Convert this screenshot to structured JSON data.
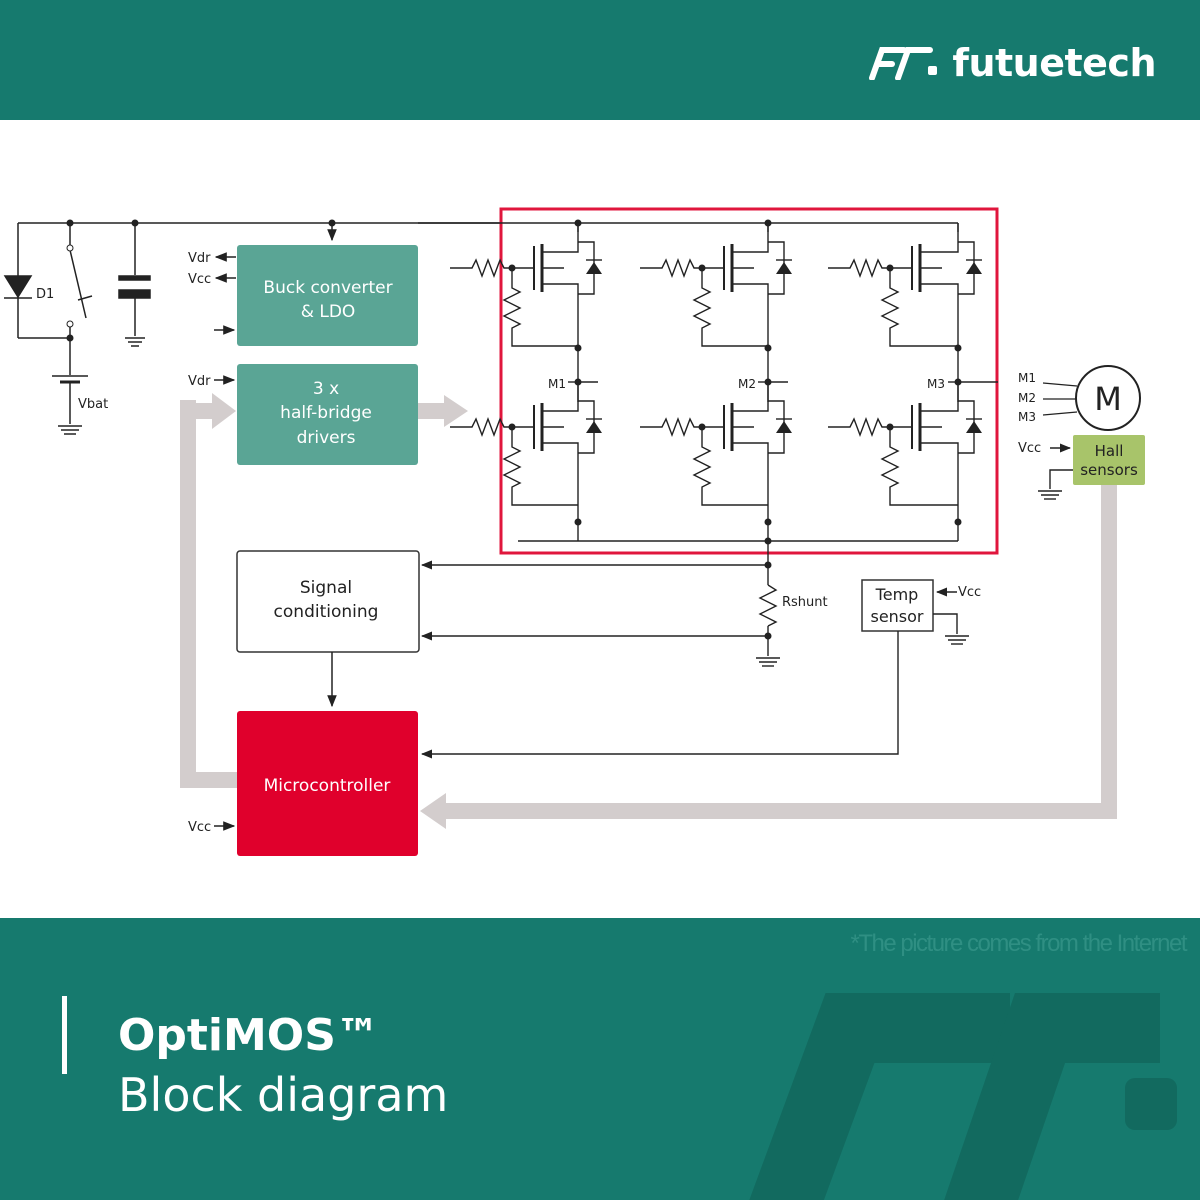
{
  "header": {
    "brand_name": "futuetech",
    "logo_icon": "ftc-logo-icon"
  },
  "footer": {
    "credit": "*The picture comes from the Internet",
    "title": "OptiMOS™",
    "subtitle": "Block diagram"
  },
  "diagram": {
    "blocks": {
      "buck": [
        "Buck converter",
        "& LDO"
      ],
      "drivers": [
        "3 x",
        "half-bridge",
        "drivers"
      ],
      "signal": [
        "Signal",
        "conditioning"
      ],
      "mcu": "Microcontroller",
      "hall": [
        "Hall",
        "sensors"
      ],
      "temp": [
        "Temp",
        "sensor"
      ],
      "motor": "M"
    },
    "labels": {
      "vdr_buck": "Vdr",
      "vcc_buck": "Vcc",
      "vdr_drivers": "Vdr",
      "vcc_mcu": "Vcc",
      "vcc_hall": "Vcc",
      "vcc_temp": "Vcc",
      "d1": "D1",
      "vbat": "Vbat",
      "rshunt": "Rshunt",
      "m1_node": "M1",
      "m2_node": "M2",
      "m3_node": "M3",
      "m1_motor": "M1",
      "m2_motor": "M2",
      "m3_motor": "M3"
    },
    "colors": {
      "teal_block": "#5aa595",
      "mcu_red": "#e0002c",
      "highlight_red": "#e0163c",
      "hall_green": "#a8c46a",
      "flow_arrow": "#d3cdcd",
      "header_teal": "#167a6e"
    }
  }
}
